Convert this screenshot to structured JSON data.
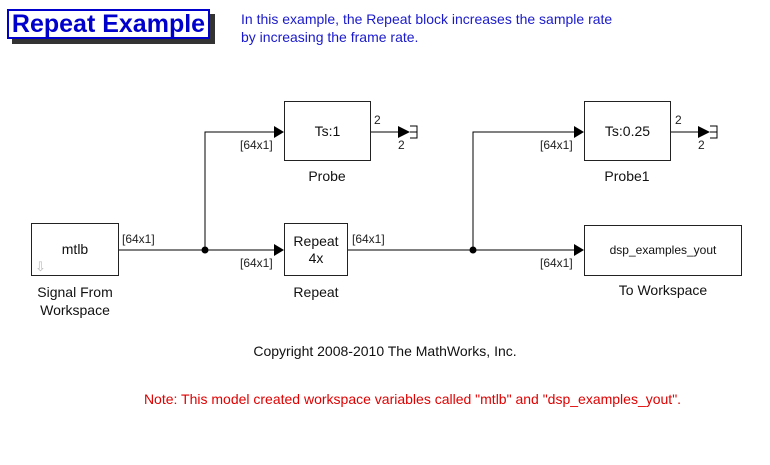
{
  "title": "Repeat Example",
  "description": "In this example, the Repeat block increases the sample rate\nby increasing the frame rate.",
  "blocks": {
    "signal_from_workspace": {
      "content": "mtlb",
      "label": "Signal From\nWorkspace"
    },
    "repeat": {
      "content": "Repeat\n4x",
      "label": "Repeat"
    },
    "probe": {
      "content": "Ts:1",
      "label": "Probe"
    },
    "probe1": {
      "content": "Ts:0.25",
      "label": "Probe1"
    },
    "to_workspace": {
      "content": "dsp_examples_yout",
      "label": "To Workspace"
    }
  },
  "signals": {
    "sfw_out": "[64x1]",
    "repeat_in": "[64x1]",
    "repeat_out": "[64x1]",
    "probe_in": "[64x1]",
    "probe_out_top": "2",
    "probe_out_bottom": "2",
    "probe1_in": "[64x1]",
    "probe1_out_top": "2",
    "probe1_out_bottom": "2",
    "toworkspace_in": "[64x1]"
  },
  "colors": {
    "title": "#0000cc",
    "description": "#1a1acc",
    "note": "#e00000"
  },
  "copyright": "Copyright 2008-2010 The MathWorks, Inc.",
  "note": "Note: This model created workspace variables called \"mtlb\" and \"dsp_examples_yout\"."
}
